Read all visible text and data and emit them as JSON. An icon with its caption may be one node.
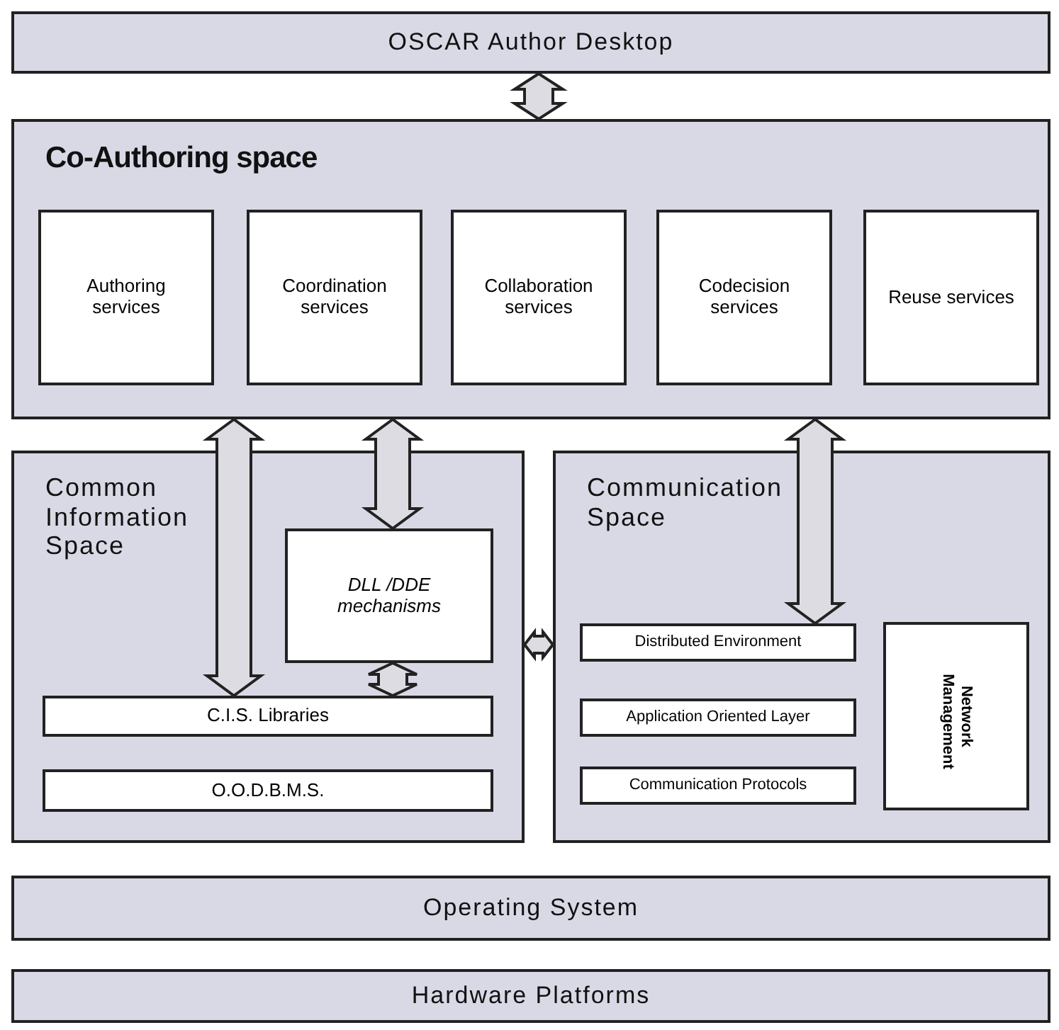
{
  "diagram": {
    "nodes": [
      {
        "text": [
          "OSCAR Author Desktop"
        ]
      },
      {
        "text": [
          "Co-Authoring space"
        ]
      },
      {
        "text": [
          "Authoring services"
        ],
        "in": 1
      },
      {
        "text": [
          "Coordination services"
        ],
        "in": 1
      },
      {
        "text": [
          "Collaboration services"
        ],
        "in": 1
      },
      {
        "text": [
          "Codecision services"
        ],
        "in": 1
      },
      {
        "text": [
          "Reuse services"
        ],
        "in": 1
      },
      {
        "text": [
          "Common Information Space"
        ]
      },
      {
        "text": [
          "DLL /DDE mechanisms"
        ],
        "in": 7
      },
      {
        "text": [
          "C.I.S. Libraries"
        ],
        "in": 7
      },
      {
        "text": [
          "O.O.D.B.M.S."
        ],
        "in": 7
      },
      {
        "text": [
          "Communication Space"
        ]
      },
      {
        "text": [
          "Distributed Environment"
        ],
        "in": 11
      },
      {
        "text": [
          "Application Oriented Layer"
        ],
        "in": 11
      },
      {
        "text": [
          "Communication Protocols"
        ],
        "in": 11
      },
      {
        "text": [
          "Network Management"
        ],
        "in": 11
      },
      {
        "text": [
          "Operating System"
        ]
      },
      {
        "text": [
          "Hardware Platforms"
        ]
      }
    ],
    "edges": [
      {
        "from": 0,
        "to": 1,
        "arrow": "both"
      },
      {
        "from": 1,
        "to": 9,
        "arrow": "both"
      },
      {
        "from": 1,
        "to": 8,
        "arrow": "both"
      },
      {
        "from": 1,
        "to": 12,
        "arrow": "both"
      },
      {
        "from": 8,
        "to": 9,
        "arrow": "both"
      },
      {
        "from": 7,
        "to": 11,
        "arrow": "both"
      }
    ]
  }
}
